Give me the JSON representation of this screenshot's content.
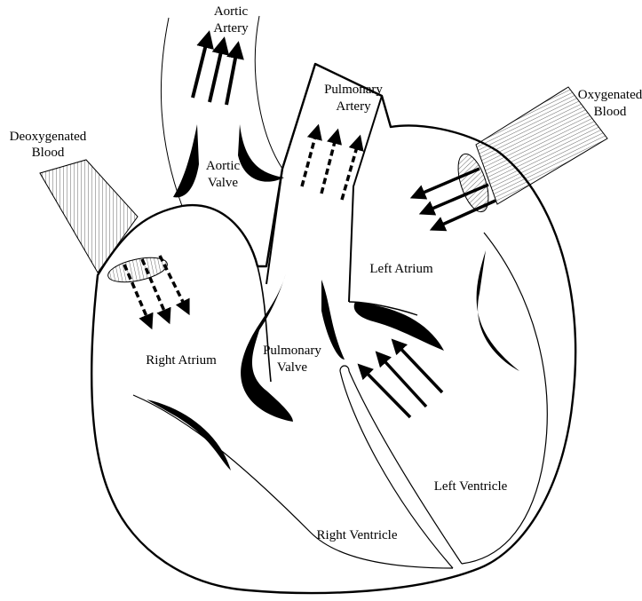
{
  "labels": {
    "aortic_artery_1": "Aortic",
    "aortic_artery_2": "Artery",
    "pulmonary_artery_1": "Pulmonary",
    "pulmonary_artery_2": "Artery",
    "oxygenated_1": "Oxygenated",
    "oxygenated_2": "Blood",
    "deoxygenated_1": "Deoxygenated",
    "deoxygenated_2": "Blood",
    "aortic_valve_1": "Aortic",
    "aortic_valve_2": "Valve",
    "left_atrium": "Left Atrium",
    "right_atrium": "Right Atrium",
    "pulmonary_valve_1": "Pulmonary",
    "pulmonary_valve_2": "Valve",
    "left_ventricle": "Left Ventricle",
    "right_ventricle": "Right Ventricle"
  },
  "colors": {
    "stroke": "#000000",
    "vessel_fill": "#d9d9d9",
    "background": "#ffffff"
  }
}
